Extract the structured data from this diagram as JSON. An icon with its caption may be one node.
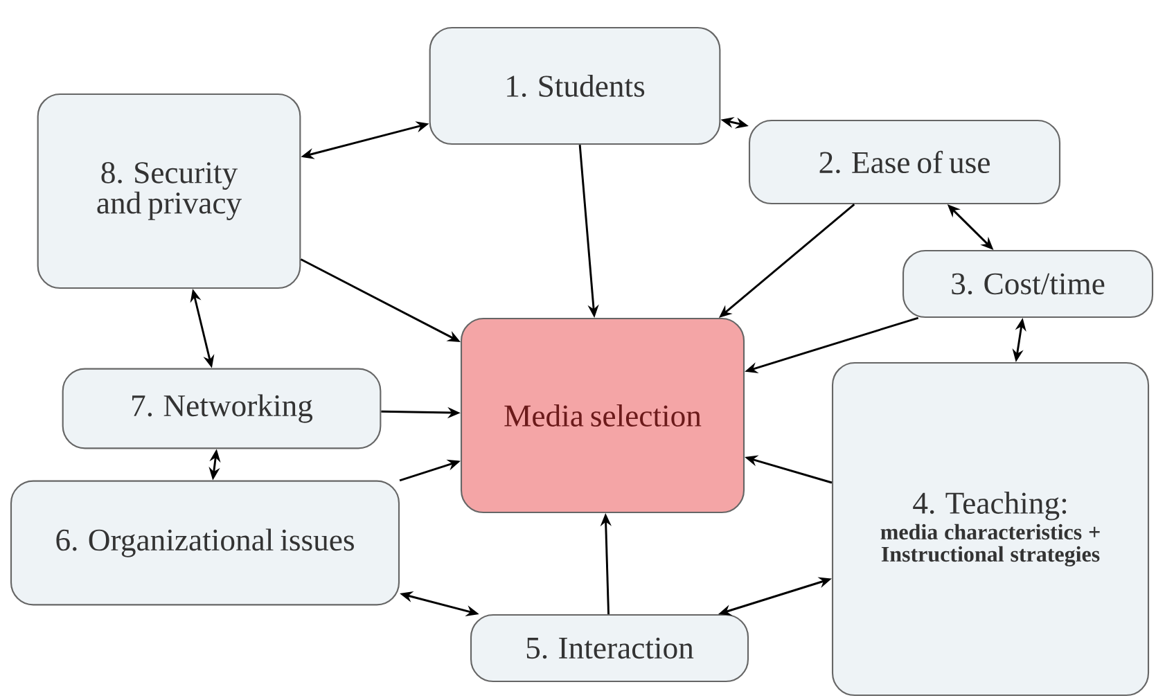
{
  "diagram": {
    "nodes": [
      {
        "text": [
          "1. Students"
        ]
      },
      {
        "text": [
          "2. Ease of use"
        ]
      },
      {
        "text": [
          "3. Cost/time"
        ]
      },
      {
        "text": [
          "4. Teaching:",
          "media characteristics + Instructional strategies"
        ]
      },
      {
        "text": [
          "5. Interaction"
        ]
      },
      {
        "text": [
          "6. Organizational issues"
        ]
      },
      {
        "text": [
          "7. Networking"
        ]
      },
      {
        "text": [
          "8. Security and privacy"
        ]
      },
      {
        "text": [
          "Media selection"
        ]
      }
    ],
    "edges": [
      {
        "from": 0,
        "to": 8,
        "arrow": "to"
      },
      {
        "from": 1,
        "to": 8,
        "arrow": "to"
      },
      {
        "from": 2,
        "to": 8,
        "arrow": "to"
      },
      {
        "from": 3,
        "to": 8,
        "arrow": "to"
      },
      {
        "from": 4,
        "to": 8,
        "arrow": "to"
      },
      {
        "from": 5,
        "to": 8,
        "arrow": "to"
      },
      {
        "from": 6,
        "to": 8,
        "arrow": "to"
      },
      {
        "from": 7,
        "to": 8,
        "arrow": "to"
      },
      {
        "from": 0,
        "to": 1,
        "arrow": "both"
      },
      {
        "from": 1,
        "to": 2,
        "arrow": "both"
      },
      {
        "from": 2,
        "to": 3,
        "arrow": "both"
      },
      {
        "from": 3,
        "to": 4,
        "arrow": "both"
      },
      {
        "from": 4,
        "to": 5,
        "arrow": "both"
      },
      {
        "from": 5,
        "to": 6,
        "arrow": "both"
      },
      {
        "from": 6,
        "to": 7,
        "arrow": "both"
      },
      {
        "from": 7,
        "to": 0,
        "arrow": "both"
      }
    ]
  }
}
